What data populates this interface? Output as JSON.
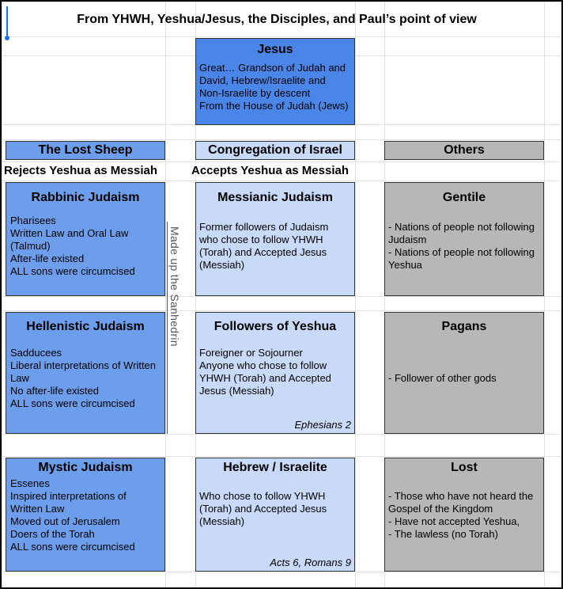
{
  "title": "From YHWH, Yeshua/Jesus, the Disciples, and Paul’s point of view",
  "jesus": {
    "header": "Jesus",
    "lines": [
      "Great… Grandson of Judah and",
      "David, Hebrew/Israelite and",
      "Non-Israelite by descent",
      "From the House of Judah (Jews)"
    ]
  },
  "columns": {
    "lost_sheep": "The Lost Sheep",
    "congregation": "Congregation of Israel",
    "others": "Others"
  },
  "subheaders": {
    "rejects": "Rejects Yeshua as Messiah",
    "accepts": "Accepts Yeshua as Messiah"
  },
  "side_label": "Made up the Sanhedrin",
  "rows": [
    {
      "left": {
        "header": "Rabbinic Judaism",
        "lines": [
          "Pharisees",
          "Written Law and Oral Law",
          "(Talmud)",
          "After-life existed",
          "ALL sons were circumcised"
        ]
      },
      "middle": {
        "header": "Messianic Judaism",
        "lines": [
          "Former followers of Judaism",
          "who chose to follow YHWH",
          "(Torah) and Accepted Jesus",
          "(Messiah)"
        ],
        "note": ""
      },
      "right": {
        "header": "Gentile",
        "lines": [
          "- Nations of people not following",
          "Judaism",
          "- Nations of people not following",
          "Yeshua"
        ]
      }
    },
    {
      "left": {
        "header": "Hellenistic Judaism",
        "lines": [
          "Sadducees",
          "Liberal interpretations of Written",
          "Law",
          "No after-life existed",
          "ALL sons were circumcised"
        ]
      },
      "middle": {
        "header": "Followers of Yeshua",
        "lines": [
          "Foreigner or Sojourner",
          "Anyone who chose to follow",
          "YHWH (Torah) and Accepted",
          "Jesus (Messiah)"
        ],
        "note": "Ephesians 2"
      },
      "right": {
        "header": "Pagans",
        "lines": [
          "- Follower of other gods"
        ]
      }
    },
    {
      "left": {
        "header": "Mystic Judaism",
        "lines": [
          "Essenes",
          "Inspired interpretations of",
          "Written Law",
          "Moved out of Jerusalem",
          "Doers of the Torah",
          "ALL sons were circumcised"
        ]
      },
      "middle": {
        "header": "Hebrew / Israelite",
        "lines": [
          "Who chose to follow YHWH",
          "(Torah) and Accepted Jesus",
          "(Messiah)"
        ],
        "note": "Acts 6, Romans 9"
      },
      "right": {
        "header": "Lost",
        "lines": [
          "- Those who have not heard the",
          "Gospel of the Kingdom",
          "- Have not accepted Yeshua,",
          "- The lawless (no Torah)"
        ]
      }
    }
  ]
}
